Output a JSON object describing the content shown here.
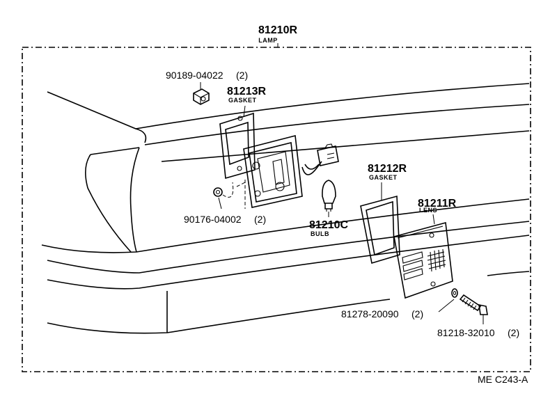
{
  "diagram": {
    "code": "ME C243-A",
    "parts": [
      {
        "id": "lamp",
        "number": "81210R",
        "name": "LAMP",
        "qty": ""
      },
      {
        "id": "nut",
        "number": "90189-04022",
        "name": "",
        "qty": "(2)"
      },
      {
        "id": "gasket-top",
        "number": "81213R",
        "name": "GASKET",
        "qty": ""
      },
      {
        "id": "clip",
        "number": "90176-04002",
        "name": "",
        "qty": "(2)"
      },
      {
        "id": "bulb",
        "number": "81210C",
        "name": "BULB",
        "qty": ""
      },
      {
        "id": "gasket-lens",
        "number": "81212R",
        "name": "GASKET",
        "qty": ""
      },
      {
        "id": "lens",
        "number": "81211R",
        "name": "LENS",
        "qty": ""
      },
      {
        "id": "washer",
        "number": "81278-20090",
        "name": "",
        "qty": "(2)"
      },
      {
        "id": "screw",
        "number": "81218-32010",
        "name": "",
        "qty": "(2)"
      }
    ]
  }
}
